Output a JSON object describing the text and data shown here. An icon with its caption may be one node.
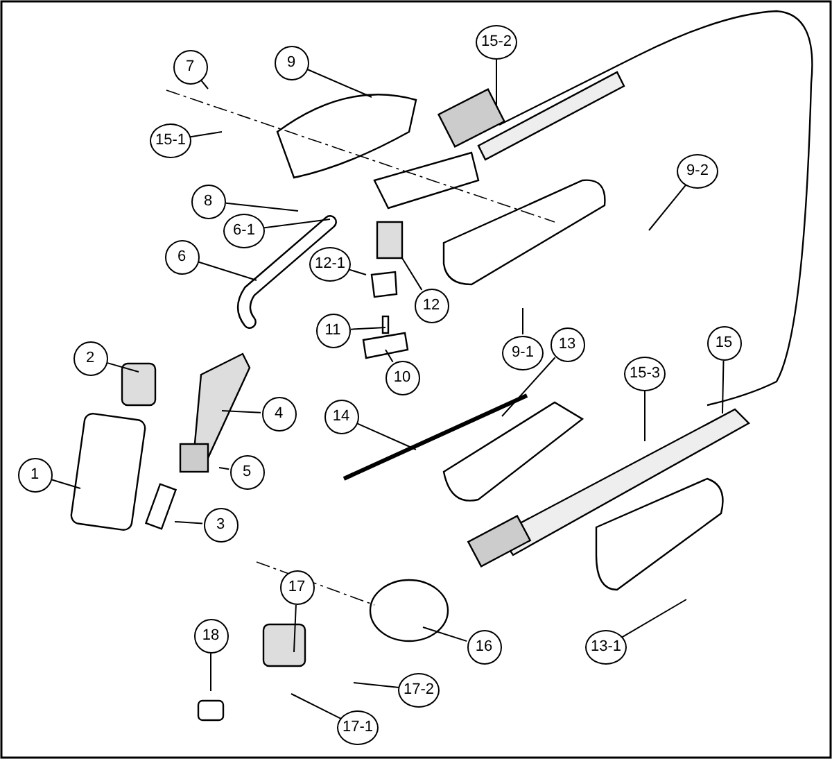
{
  "diagram": {
    "nodes": [
      {
        "text": [
          "7"
        ]
      },
      {
        "text": [
          "9"
        ]
      },
      {
        "text": [
          "15-2"
        ]
      },
      {
        "text": [
          "15-1"
        ]
      },
      {
        "text": [
          "8"
        ]
      },
      {
        "text": [
          "6-1"
        ]
      },
      {
        "text": [
          "6"
        ]
      },
      {
        "text": [
          "9-2"
        ]
      },
      {
        "text": [
          "12-1"
        ]
      },
      {
        "text": [
          "12"
        ]
      },
      {
        "text": [
          "11"
        ]
      },
      {
        "text": [
          "10"
        ]
      },
      {
        "text": [
          "9-1"
        ]
      },
      {
        "text": [
          "2"
        ]
      },
      {
        "text": [
          "14"
        ]
      },
      {
        "text": [
          "13"
        ]
      },
      {
        "text": [
          "15"
        ]
      },
      {
        "text": [
          "15-3"
        ]
      },
      {
        "text": [
          "4"
        ]
      },
      {
        "text": [
          "1"
        ]
      },
      {
        "text": [
          "5"
        ]
      },
      {
        "text": [
          "3"
        ]
      },
      {
        "text": [
          "17"
        ]
      },
      {
        "text": [
          "16"
        ]
      },
      {
        "text": [
          "13-1"
        ]
      },
      {
        "text": [
          "18"
        ]
      },
      {
        "text": [
          "17-2"
        ]
      },
      {
        "text": [
          "17-1"
        ]
      }
    ],
    "edges": [
      {
        "from": 0,
        "to": null,
        "arrow": "none"
      },
      {
        "from": 1,
        "to": null,
        "arrow": "none"
      },
      {
        "from": 2,
        "to": null,
        "arrow": "none"
      },
      {
        "from": 3,
        "to": null,
        "arrow": "none"
      },
      {
        "from": 4,
        "to": null,
        "arrow": "none"
      },
      {
        "from": 5,
        "to": null,
        "arrow": "none"
      },
      {
        "from": 6,
        "to": null,
        "arrow": "none"
      },
      {
        "from": 7,
        "to": null,
        "arrow": "none"
      },
      {
        "from": 8,
        "to": null,
        "arrow": "none"
      },
      {
        "from": 9,
        "to": null,
        "arrow": "none"
      },
      {
        "from": 10,
        "to": null,
        "arrow": "none"
      },
      {
        "from": 11,
        "to": null,
        "arrow": "none"
      },
      {
        "from": 12,
        "to": null,
        "arrow": "none"
      },
      {
        "from": 13,
        "to": null,
        "arrow": "none"
      },
      {
        "from": 14,
        "to": null,
        "arrow": "none"
      },
      {
        "from": 15,
        "to": null,
        "arrow": "none"
      },
      {
        "from": 16,
        "to": null,
        "arrow": "none"
      },
      {
        "from": 17,
        "to": null,
        "arrow": "none"
      },
      {
        "from": 18,
        "to": null,
        "arrow": "none"
      },
      {
        "from": 19,
        "to": null,
        "arrow": "none"
      },
      {
        "from": 20,
        "to": null,
        "arrow": "none"
      },
      {
        "from": 21,
        "to": null,
        "arrow": "none"
      },
      {
        "from": 22,
        "to": null,
        "arrow": "none"
      },
      {
        "from": 23,
        "to": null,
        "arrow": "none"
      },
      {
        "from": 24,
        "to": null,
        "arrow": "none"
      },
      {
        "from": 25,
        "to": null,
        "arrow": "none"
      },
      {
        "from": 26,
        "to": null,
        "arrow": "none"
      },
      {
        "from": 27,
        "to": null,
        "arrow": "none"
      }
    ]
  }
}
